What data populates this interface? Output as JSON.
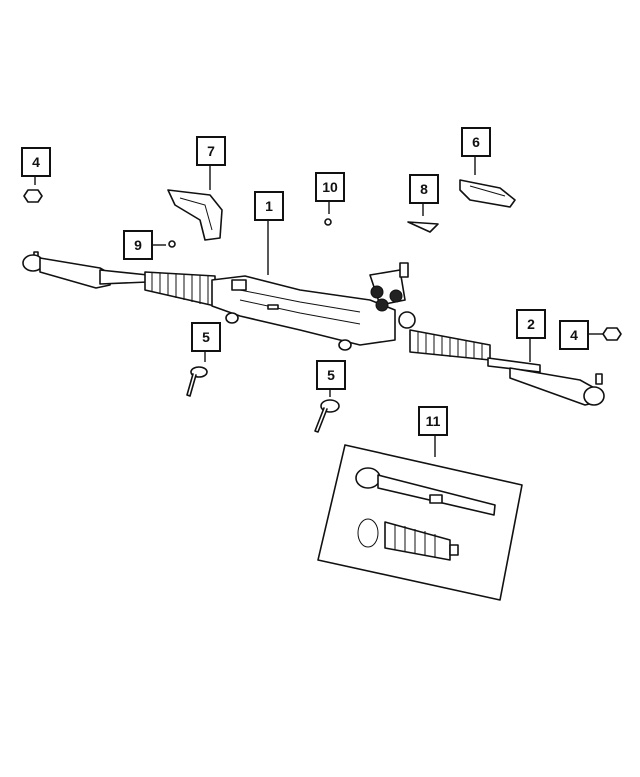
{
  "diagram": {
    "callouts": [
      {
        "id": "c1",
        "label": "1"
      },
      {
        "id": "c2",
        "label": "2"
      },
      {
        "id": "c4a",
        "label": "4"
      },
      {
        "id": "c4b",
        "label": "4"
      },
      {
        "id": "c5a",
        "label": "5"
      },
      {
        "id": "c5b",
        "label": "5"
      },
      {
        "id": "c6",
        "label": "6"
      },
      {
        "id": "c7",
        "label": "7"
      },
      {
        "id": "c8",
        "label": "8"
      },
      {
        "id": "c9",
        "label": "9"
      },
      {
        "id": "c10",
        "label": "10"
      },
      {
        "id": "c11",
        "label": "11"
      }
    ]
  }
}
